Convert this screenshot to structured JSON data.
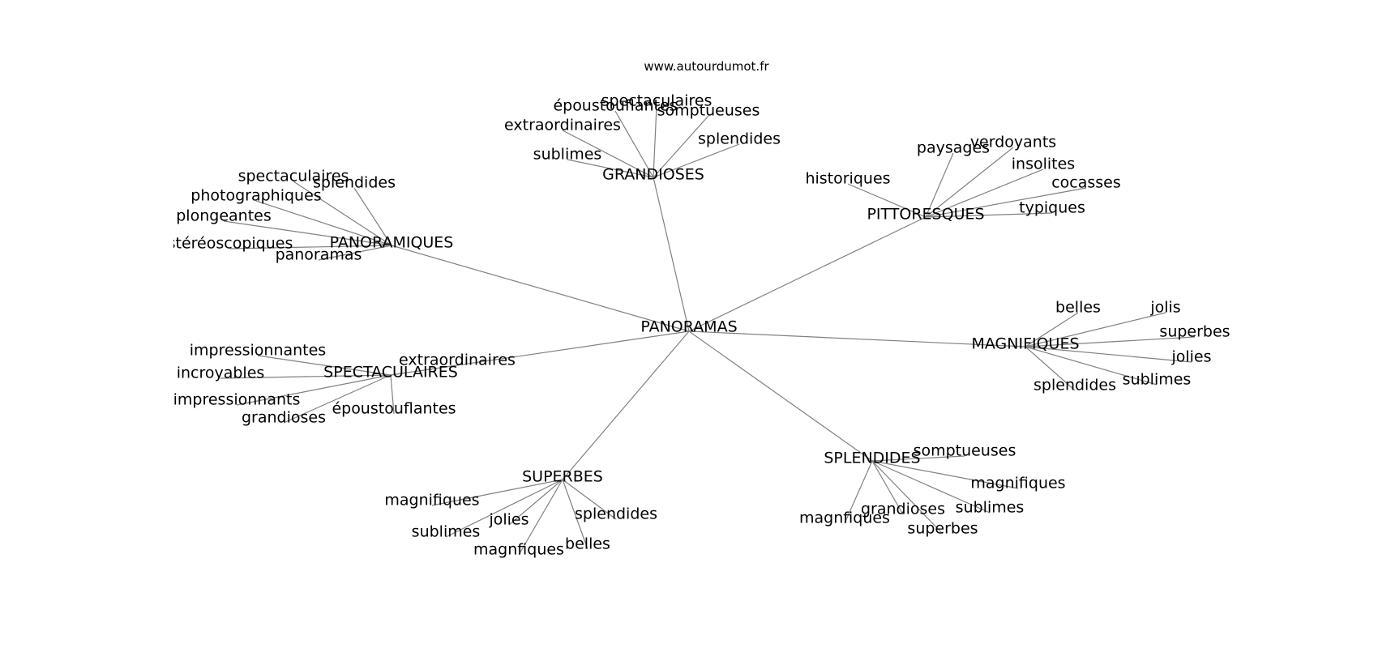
{
  "site": "www.autourdumot.fr",
  "graph": {
    "center": "PANORAMAS",
    "clusters": [
      {
        "id": "grandioses",
        "label": "GRANDIOSES",
        "leaves": [
          "spectaculaires",
          "époustouflantes",
          "somptueuses",
          "extraordinaires",
          "splendides",
          "sublimes"
        ]
      },
      {
        "id": "pittoresques",
        "label": "PITTORESQUES",
        "leaves": [
          "paysages",
          "verdoyants",
          "insolites",
          "historiques",
          "cocasses",
          "typiques"
        ]
      },
      {
        "id": "panoramiques",
        "label": "PANORAMIQUES",
        "leaves": [
          "spectaculaires",
          "splendides",
          "photographiques",
          "plongeantes",
          "stéréoscopiques",
          "panoramas"
        ]
      },
      {
        "id": "magnifiques",
        "label": "MAGNIFIQUES",
        "leaves": [
          "belles",
          "jolis",
          "superbes",
          "jolies",
          "sublimes",
          "splendides"
        ]
      },
      {
        "id": "spectaculaires",
        "label": "SPECTACULAIRES",
        "leaves": [
          "impressionnantes",
          "extraordinaires",
          "incroyables",
          "impressionnants",
          "épouStouflantes",
          "grandioses"
        ]
      },
      {
        "id": "splendides",
        "label": "SPLENDIDES",
        "leaves": [
          "somptueuses",
          "magnifiques",
          "sublimes",
          "grandioses",
          "magnfiques",
          "superbes"
        ]
      },
      {
        "id": "superbes",
        "label": "SUPERBES",
        "leaves": [
          "magnifiques",
          "splendides",
          "jolies",
          "sublimes",
          "magnfiques",
          "belles"
        ]
      }
    ]
  }
}
